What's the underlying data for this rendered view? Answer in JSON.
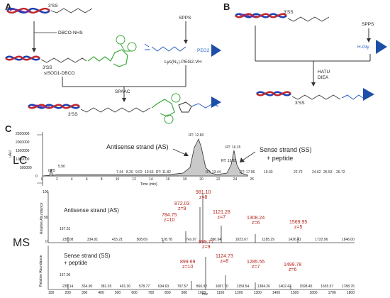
{
  "panels": {
    "a": "A",
    "b": "B",
    "c": "C"
  },
  "panel_a": {
    "ss_left": "3'SS",
    "reagent": "DBCO-NHS",
    "spps": "SPPS",
    "product_left": "siSOD1-DBCO",
    "ss_mid": "3'SS",
    "peptide_label": "Lys(N₃)-PEG2-VH",
    "peg_label": "PEG2",
    "click": "SPAAC",
    "ss_bottom": "3'SS"
  },
  "panel_b": {
    "ss_top": "3'SS",
    "spps": "SPPS",
    "hgly": "H-Gly",
    "hatu": "HATU",
    "diea": "DIEA",
    "ss_bottom": "3'SS"
  },
  "lc": {
    "side_label": "LC",
    "ylabel": "uAU",
    "xlabel": "Time (min)",
    "y_ticks": [
      "2500000",
      "2000000",
      "1500000",
      "1000000",
      "500000",
      "0"
    ],
    "x_ticks": [
      "0",
      "2",
      "4",
      "6",
      "8",
      "10",
      "12",
      "14",
      "16",
      "18",
      "20",
      "22",
      "24",
      "26"
    ],
    "peak_labels": [
      {
        "t": "0.75"
      },
      {
        "t": "5.90"
      },
      {
        "t": "7.44"
      },
      {
        "t": "8.20"
      },
      {
        "t": "9.02"
      },
      {
        "t": "10.53"
      },
      {
        "t": "RT: 11.82"
      },
      {
        "t": "RT: 12.60"
      },
      {
        "t": "RT: 13.44"
      },
      {
        "t": "RT: 15.83"
      },
      {
        "t": "RT: 16.15"
      },
      {
        "t": "RT: 17.06"
      },
      {
        "t": "19.33"
      },
      {
        "t": "22.72"
      },
      {
        "t": "24.62"
      },
      {
        "t": "25.53"
      },
      {
        "t": "26.72"
      }
    ],
    "as_annotation": "Antisense strand (AS)",
    "ss_annotation_1": "Sense strand (SS)",
    "ss_annotation_2": "+ peptide"
  },
  "ms": {
    "side_label": "MS",
    "ylabel": "Relative Abundance",
    "xlabel": "m/z",
    "x_ticks": [
      "100",
      "200",
      "300",
      "400",
      "500",
      "600",
      "700",
      "800",
      "900",
      "1000",
      "1100",
      "1200",
      "1300",
      "1400",
      "1500",
      "1600",
      "1700",
      "1800"
    ],
    "y_ticks": [
      "100",
      "50",
      "0"
    ],
    "top": {
      "title": "Antisense strand (AS)",
      "baseline_labels": [
        "167.01",
        "235.08",
        "334.91",
        "415.21",
        "508.69",
        "578.78",
        "7ex.07",
        "890.94",
        "1023.67",
        "1185.29",
        "1426.41",
        "1722.96",
        "1846.00"
      ],
      "peaks": [
        {
          "mz": "981.10",
          "z": "z=8"
        },
        {
          "mz": "872.03",
          "z": "z=9"
        },
        {
          "mz": "784.75",
          "z": "z=10"
        },
        {
          "mz": "1121.28",
          "z": "z=7"
        },
        {
          "mz": "1308.24",
          "z": "z=6"
        },
        {
          "mz": "1569.95",
          "z": "z=5"
        }
      ]
    },
    "bottom": {
      "title_1": "Sense strand (SS)",
      "title_2": "+ peptide",
      "baseline_labels": [
        "167.00",
        "235.14",
        "334.90",
        "381.35",
        "491.30",
        "578.77",
        "634.63",
        "797.57",
        "866.92",
        "1087.70",
        "1159.54",
        "1384.26",
        "1402.42",
        "1598.45",
        "1655.57",
        "1788.76"
      ],
      "peaks": [
        {
          "mz": "999.77",
          "z": "z=9"
        },
        {
          "mz": "899.69",
          "z": "z=10"
        },
        {
          "mz": "1124.73",
          "z": "z=8"
        },
        {
          "mz": "1285.55",
          "z": "z=7"
        },
        {
          "mz": "1499.78",
          "z": "z=6"
        }
      ]
    }
  }
}
